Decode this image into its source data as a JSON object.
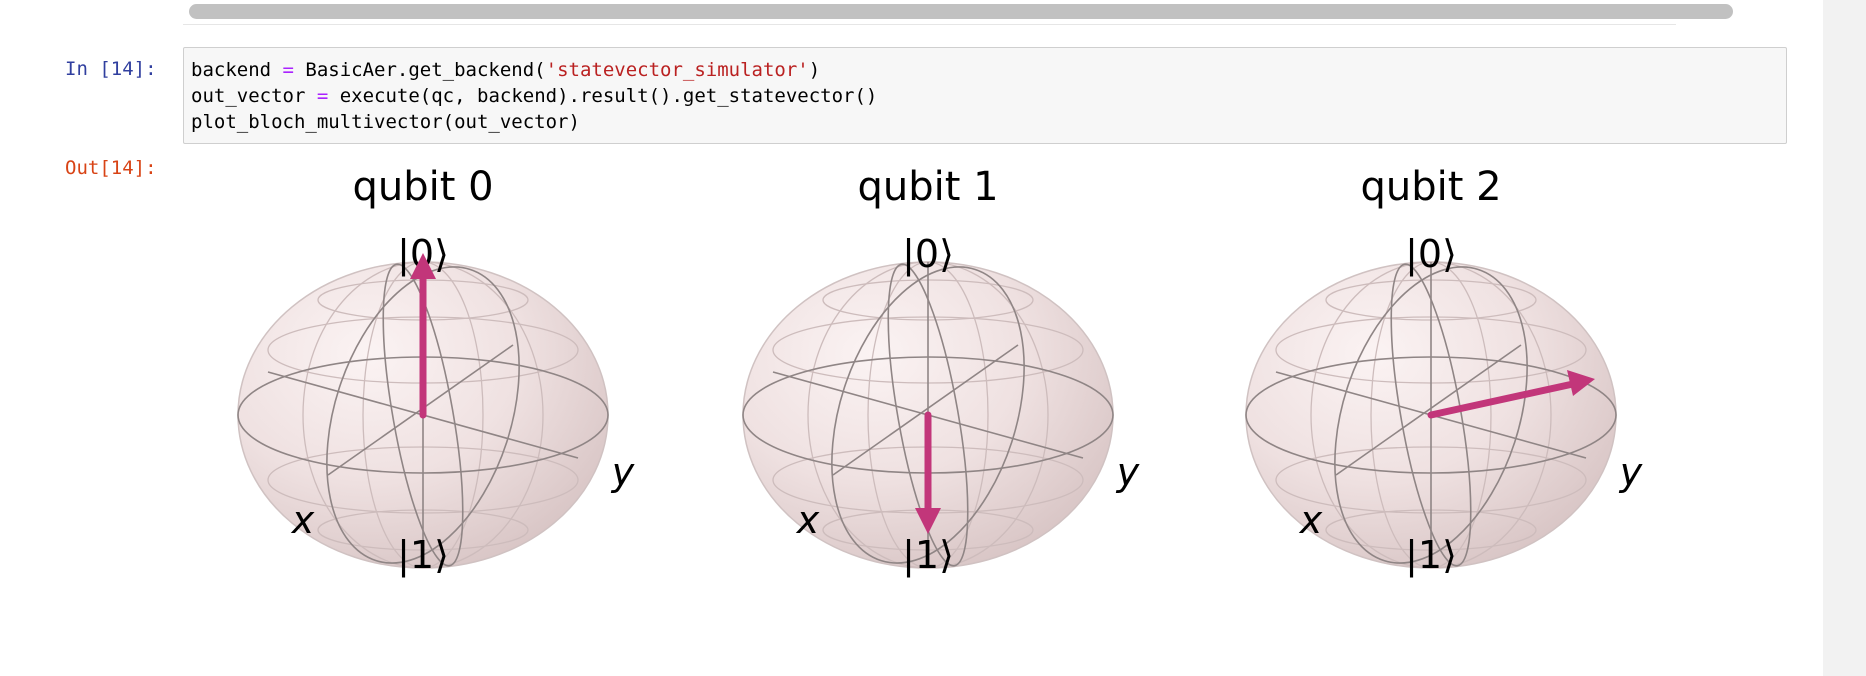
{
  "cell": {
    "in_prompt": "In [14]:",
    "out_prompt": "Out[14]:",
    "code": {
      "line1": {
        "a": "backend ",
        "op": "=",
        "b": " BasicAer.get_backend(",
        "str": "'statevector_simulator'",
        "c": ")"
      },
      "line2": {
        "a": "out_vector ",
        "op": "=",
        "b": " execute(qc, backend).result().get_statevector()"
      },
      "line3": {
        "a": "plot_bloch_multivector(out_vector)"
      }
    }
  },
  "bloch": {
    "vector_color": "#c2367a",
    "spheres": [
      {
        "title": "qubit 0",
        "top_label": "|0⟩",
        "bottom_label": "|1⟩",
        "x_label": "x",
        "y_label": "y",
        "state": "|0⟩ (+z)"
      },
      {
        "title": "qubit 1",
        "top_label": "|0⟩",
        "bottom_label": "|1⟩",
        "x_label": "x",
        "y_label": "y",
        "state": "|1⟩ (-z)"
      },
      {
        "title": "qubit 2",
        "top_label": "|0⟩",
        "bottom_label": "|1⟩",
        "x_label": "x",
        "y_label": "y",
        "state": "+y"
      }
    ]
  }
}
